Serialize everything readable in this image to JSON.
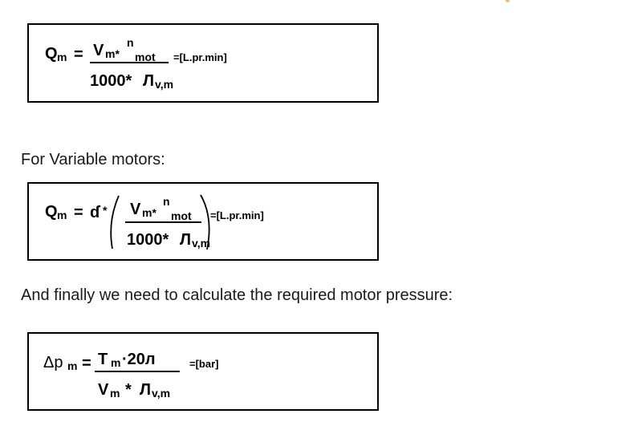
{
  "eq1": {
    "lhs": "Q",
    "lhs_sub": "m",
    "eq_sign": "=",
    "num_V": "V",
    "num_sub": "m*",
    "num_n": "n",
    "num_mot": "mot",
    "den_prefix": "1000*",
    "den_eta": "Л",
    "den_sub": "v,m",
    "unit": "=[L.pr.min]"
  },
  "caption1": "For Variable motors:",
  "eq2": {
    "lhs": "Q",
    "lhs_sub": "m",
    "eq_sign": "=",
    "alpha": "ɗ",
    "times": "*",
    "num_V": "V",
    "num_sub": "m*",
    "num_n": "n",
    "num_mot": "mot",
    "den_prefix": "1000*",
    "den_eta": "Л",
    "den_sub": "v,m",
    "unit": "=[L.pr.min]"
  },
  "caption2": "And finally we need to calculate the required motor pressure:",
  "eq3": {
    "lhs": "Δp",
    "lhs_sub": "m",
    "eq_sign": "=",
    "num_T": "T",
    "num_sub": "m",
    "num_rest": "·20л",
    "den_V": "V",
    "den_sub": "m",
    "den_mid": "*",
    "den_eta": "Л",
    "den_sub2": "v,m",
    "unit": "=[bar]"
  }
}
